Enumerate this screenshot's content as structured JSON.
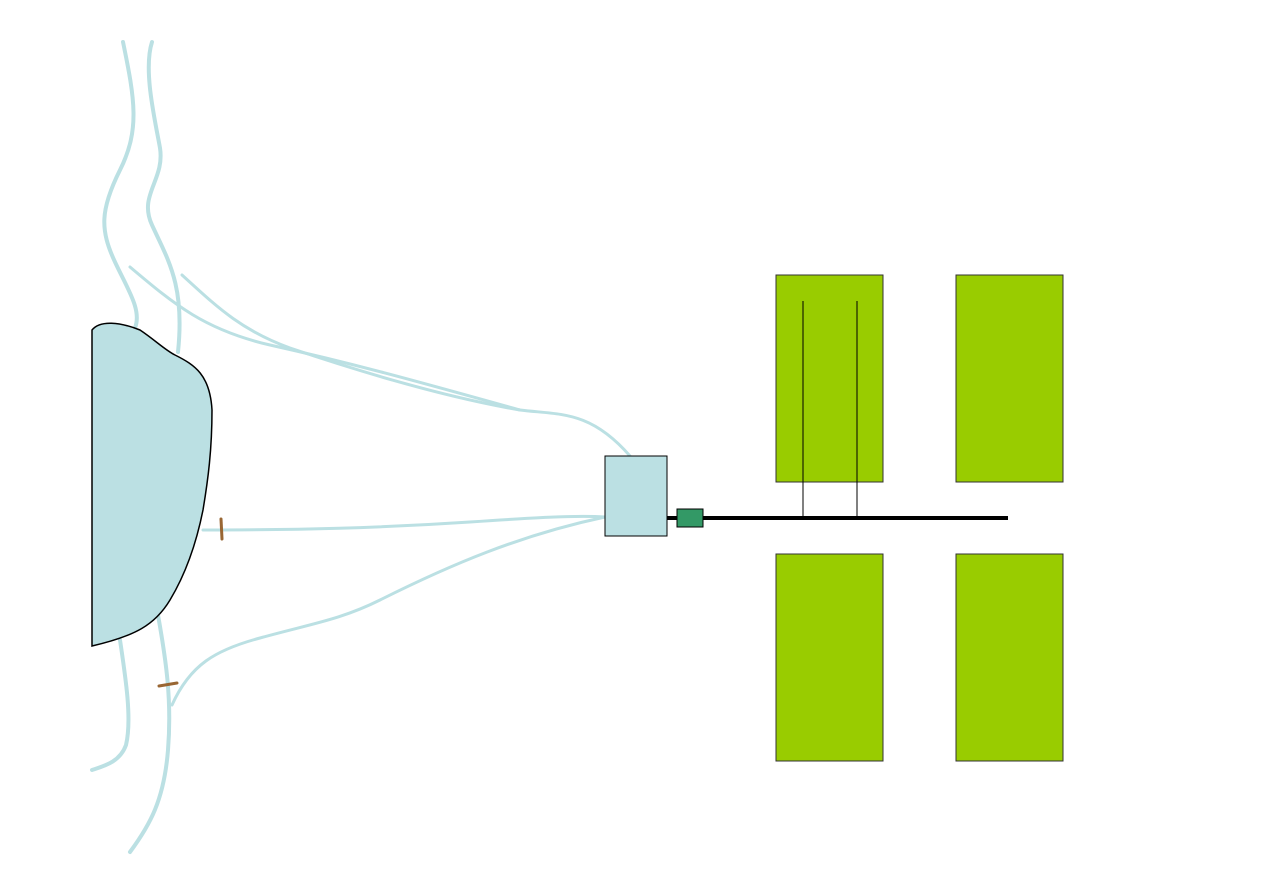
{
  "diagram": {
    "colors": {
      "background": "#ffffff",
      "water": "#bbe0e3",
      "lake_outline": "#000000",
      "field": "#99cc00",
      "field_outline": "#333333",
      "pump": "#339966",
      "main_pipe": "#000000",
      "lateral_pipe": "#000000",
      "gate": "#996633"
    },
    "components": {
      "rivers": 2,
      "lake": 1,
      "canals": 4,
      "gates": 2,
      "tank": 1,
      "pump": 1,
      "main_pipe": 1,
      "laterals": 2,
      "fields": 4
    }
  }
}
